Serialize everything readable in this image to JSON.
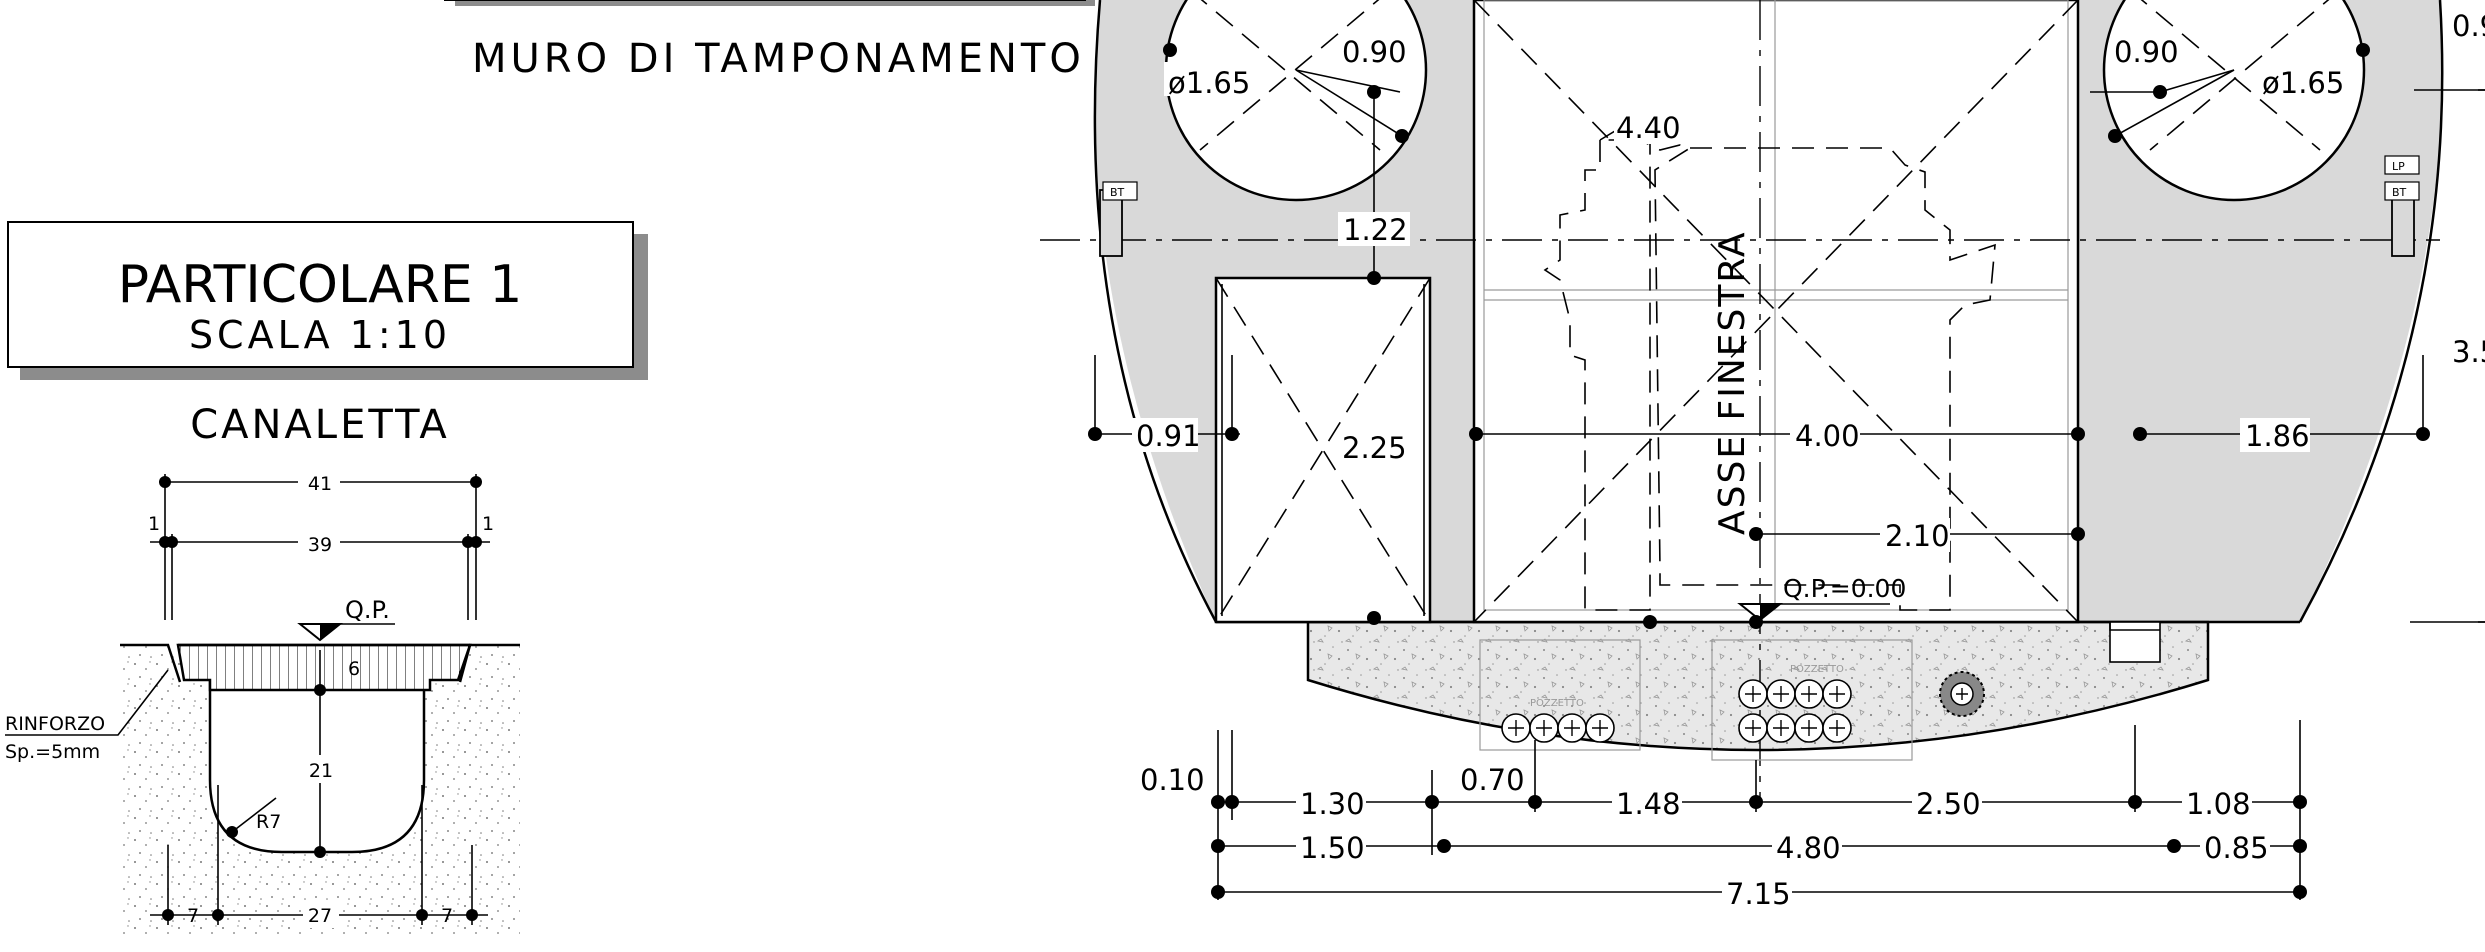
{
  "titles": {
    "muro": "MURO DI TAMPONAMENTO",
    "particolare": "PARTICOLARE 1",
    "scala": "SCALA 1:10",
    "canaletta": "CANALETTA"
  },
  "canaletta_labels": {
    "w41": "41",
    "w39": "39",
    "one_left": "1",
    "one_right": "1",
    "qp": "Q.P.",
    "six": "6",
    "twentyone": "21",
    "r7": "R7",
    "rinforzo_1": "RINFORZO",
    "rinforzo_2": "Sp.=5mm",
    "b7_left": "7",
    "b27": "27",
    "b7_right": "7"
  },
  "section_labels": {
    "d165_left": "ø1.65",
    "r090_left": "0.90",
    "d440": "4.40",
    "d122": "1.22",
    "d090_right": "0.90",
    "d165_right": "ø1.65",
    "d091": "0.91",
    "d225": "2.25",
    "asse": "ASSE FINESTRA",
    "d400": "4.00",
    "d186": "1.86",
    "d210": "2.10",
    "qp0": "Q.P.=0.00",
    "d010": "0.10",
    "d070": "0.70",
    "d130": "1.30",
    "d148": "1.48",
    "d250": "2.50",
    "d108": "1.08",
    "d150": "1.50",
    "d480": "4.80",
    "d085": "0.85",
    "d715": "7.15",
    "right_top": "0.9",
    "right_mid": "3.5",
    "bt_left": "BT",
    "lp": "LP",
    "bt_right": "BT",
    "pozzetto_1": "POZZETTO",
    "pozzetto_2": "POZZETTO"
  }
}
